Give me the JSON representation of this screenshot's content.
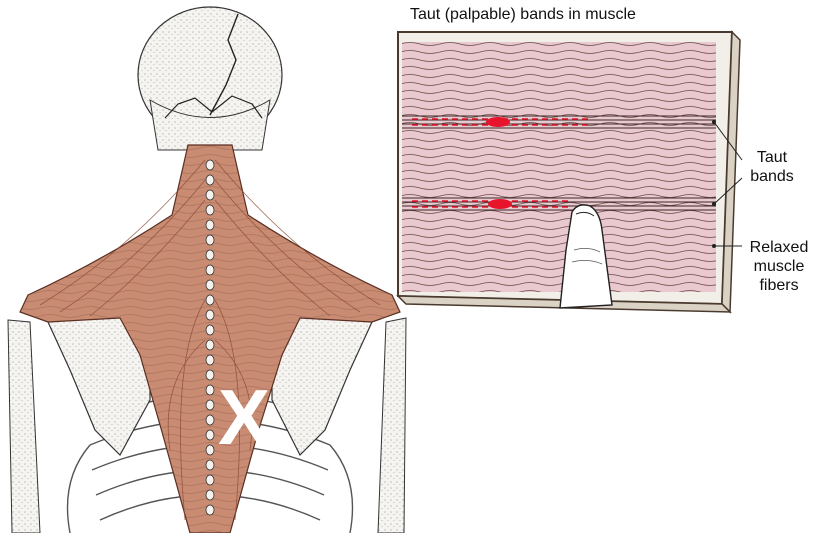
{
  "diagram": {
    "title": "Taut (palpable) bands in muscle",
    "callout_taut": "Taut bands",
    "callout_relaxed": "Relaxed muscle fibers",
    "marker_x": "X"
  },
  "colors": {
    "muscle": "#c98b72",
    "muscle_dark": "#8a4a35",
    "panel_fill": "#e9c9cf",
    "frame": "#6b5240",
    "trigger_point": "#e8142b",
    "bone": "#f4f2ee",
    "ink": "#222222"
  }
}
